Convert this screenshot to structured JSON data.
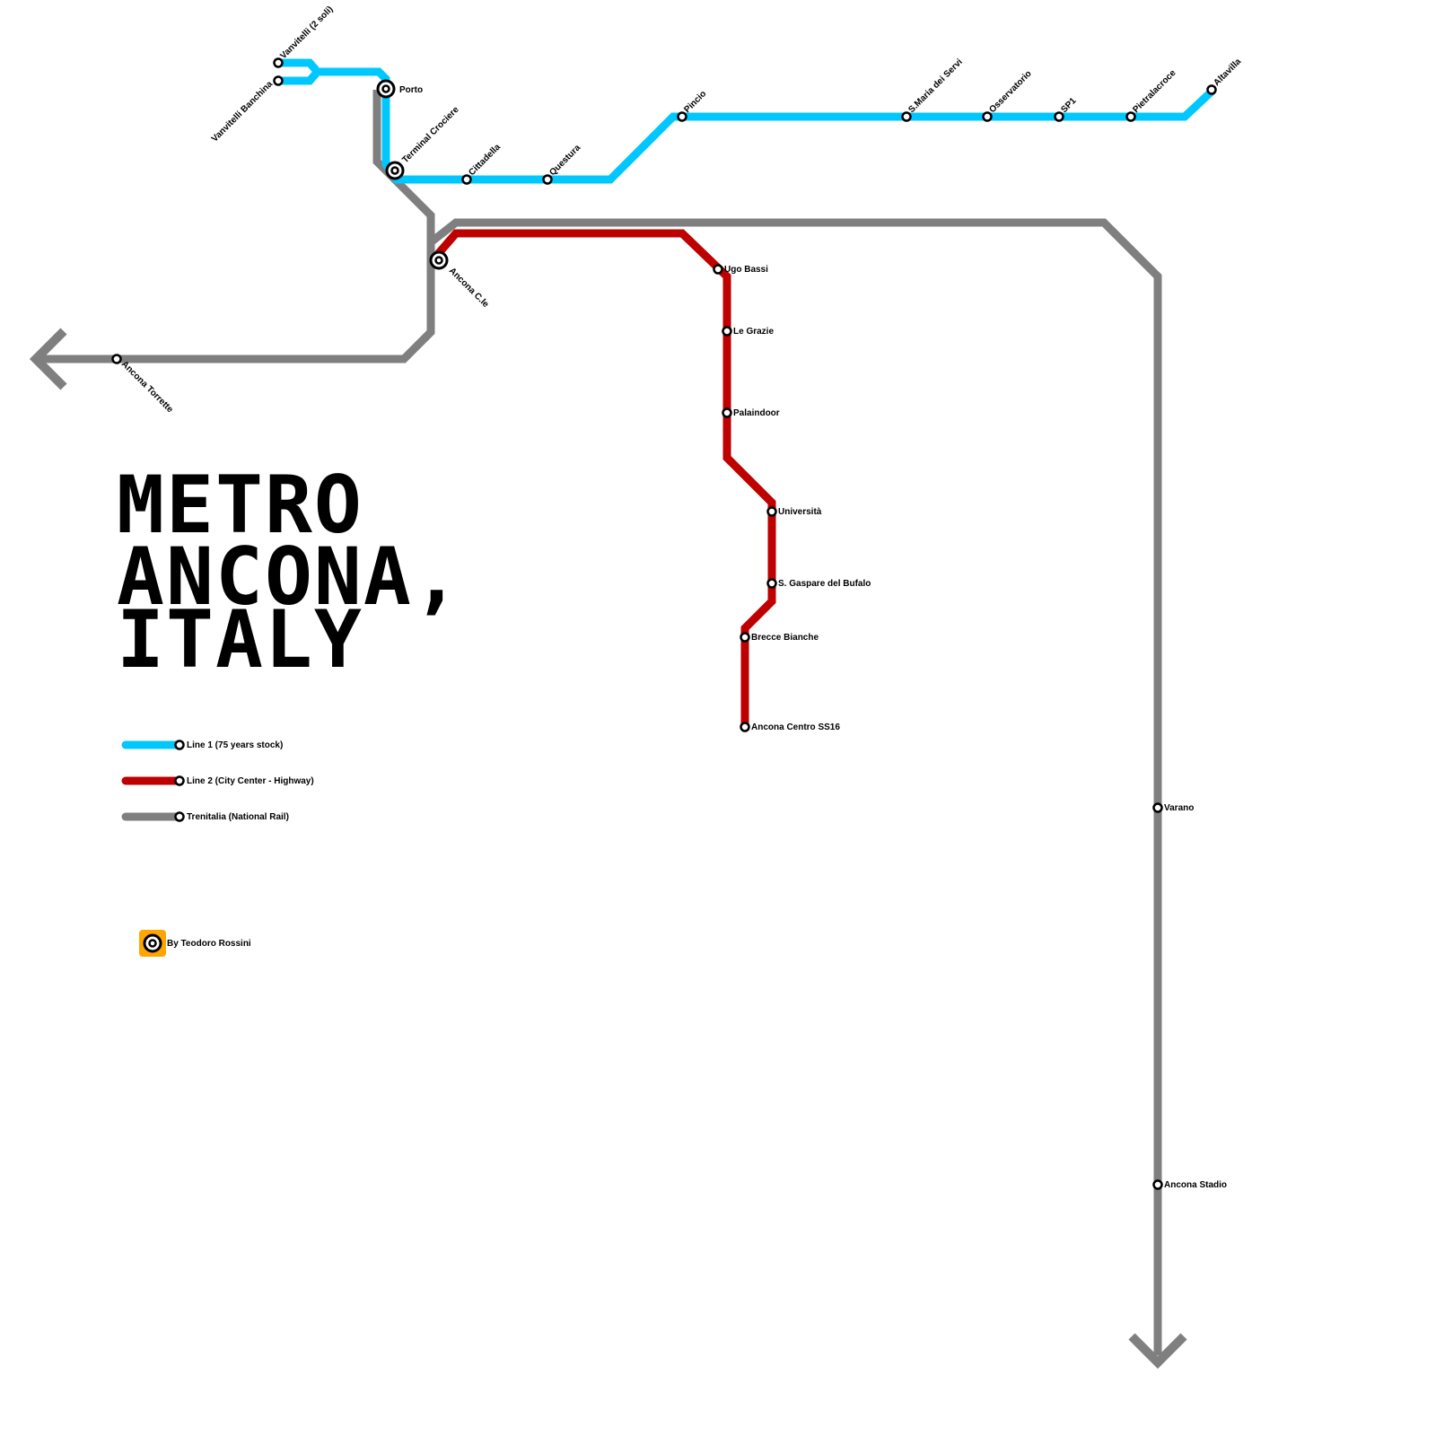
{
  "title": {
    "lines": [
      "METRO",
      "ANCONA,",
      "ITALY"
    ]
  },
  "colors": {
    "line1": "#00C8FF",
    "line2": "#BE0000",
    "rail": "#7F7F7F",
    "credit_badge": "#FFA500"
  },
  "legend": [
    {
      "key": "line1",
      "label": "Line 1 (75 years stock)"
    },
    {
      "key": "line2",
      "label": "Line 2 (City Center - Highway)"
    },
    {
      "key": "rail",
      "label": "Trenitalia (National Rail)"
    }
  ],
  "credit": {
    "label": "By Teodoro Rossini",
    "icon": "interchange-icon"
  },
  "lines": {
    "line1": {
      "name": "Line 1",
      "stations": [
        {
          "name": "Vanvitelli (2 soli)",
          "interchange": false
        },
        {
          "name": "Vanvitelli Banchina",
          "interchange": false
        },
        {
          "name": "Porto",
          "interchange": true
        },
        {
          "name": "Terminal Crociere",
          "interchange": true
        },
        {
          "name": "Cittadella",
          "interchange": false
        },
        {
          "name": "Questura",
          "interchange": false
        },
        {
          "name": "Pincio",
          "interchange": false
        },
        {
          "name": "S.Maria dei Servi",
          "interchange": false
        },
        {
          "name": "Osservatorio",
          "interchange": false
        },
        {
          "name": "SP1",
          "interchange": false
        },
        {
          "name": "Pietralacroce",
          "interchange": false
        },
        {
          "name": "Altavilla",
          "interchange": false
        }
      ]
    },
    "line2": {
      "name": "Line 2",
      "stations": [
        {
          "name": "Ancona C.le",
          "interchange": true
        },
        {
          "name": "Ugo Bassi",
          "interchange": false
        },
        {
          "name": "Le Grazie",
          "interchange": false
        },
        {
          "name": "Palaindoor",
          "interchange": false
        },
        {
          "name": "Università",
          "interchange": false
        },
        {
          "name": "S. Gaspare del Bufalo",
          "interchange": false
        },
        {
          "name": "Brecce Bianche",
          "interchange": false
        },
        {
          "name": "Ancona Centro SS16",
          "interchange": false
        }
      ]
    },
    "rail": {
      "name": "Trenitalia",
      "stations": [
        {
          "name": "Ancona Torrette",
          "interchange": false
        },
        {
          "name": "Varano",
          "interchange": false
        },
        {
          "name": "Ancona Stadio",
          "interchange": false
        }
      ]
    }
  }
}
